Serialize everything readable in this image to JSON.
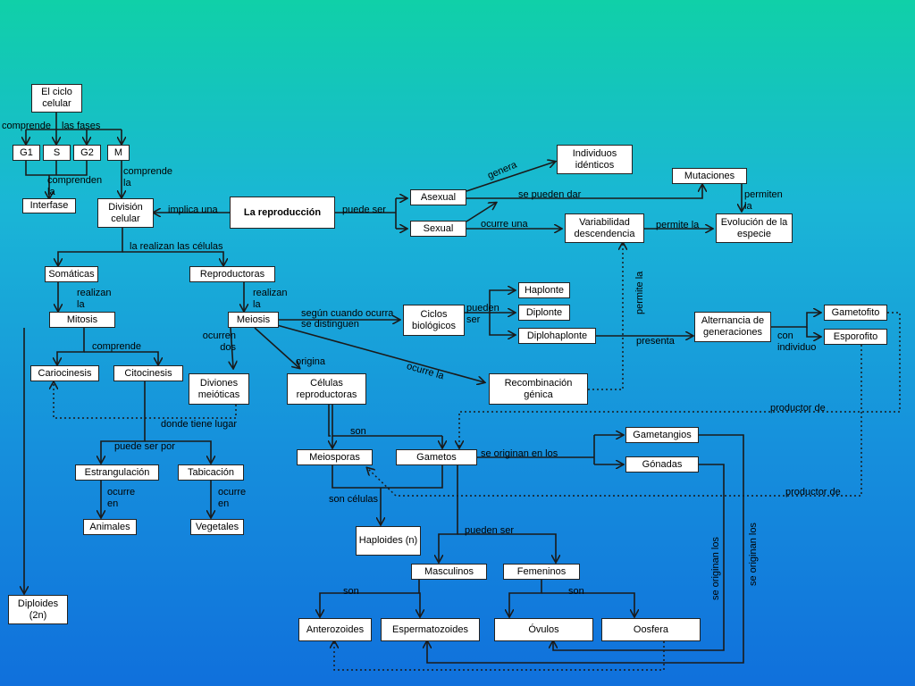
{
  "nodes": {
    "ciclo": "El ciclo celular",
    "g1": "G1",
    "s": "S",
    "g2": "G2",
    "m": "M",
    "interfase": "Interfase",
    "division": "División celular",
    "reproduccion": "La reproducción",
    "asexual": "Asexual",
    "sexual": "Sexual",
    "individuos": "Individuos idénticos",
    "mutaciones": "Mutaciones",
    "variabilidad": "Variabilidad descendencia",
    "evolucion": "Evolución de la especie",
    "somaticas": "Somáticas",
    "reproductoras": "Reproductoras",
    "mitosis": "Mitosis",
    "meiosis": "Meiosis",
    "ciclos": "Ciclos biológicos",
    "haplonte": "Haplonte",
    "diplonte": "Diplonte",
    "diplohaplonte": "Diplohaplonte",
    "alternancia": "Alternancia de generaciones",
    "gametofito": "Gametofito",
    "esporofito": "Esporofito",
    "cariocinesis": "Cariocinesis",
    "citocinesis": "Citocinesis",
    "diviones": "Diviones meióticas",
    "celulas_repro": "Células reproductoras",
    "recombinacion": "Recombinación génica",
    "meiosporas": "Meiosporas",
    "gametos": "Gametos",
    "gametangios": "Gametangios",
    "gonadas": "Gónadas",
    "estrangulacion": "Estrangulación",
    "tabicacion": "Tabicación",
    "animales": "Animales",
    "vegetales": "Vegetales",
    "haploides": "Haploides (n)",
    "masculinos": "Masculinos",
    "femeninos": "Femeninos",
    "diploides": "Diploides (2n)",
    "anterozoides": "Anterozoides",
    "espermatozoides": "Espermatozoides",
    "ovulos": "Óvulos",
    "oosfera": "Oosfera"
  },
  "labels": {
    "comprende": "comprende",
    "las_fases": "las fases",
    "comprende_la": "comprende la",
    "comprenden_la": "comprenden la",
    "implica_una": "implica una",
    "puede_ser": "puede ser",
    "genera": "genera",
    "se_pueden_dar": "se pueden dar",
    "permiten_la": "permiten la",
    "ocurre_una": "ocurre una",
    "permite_la": "permite la",
    "permite_la_v": "permite la",
    "la_realizan": "la realizan las células",
    "realizan_la_1": "realizan la",
    "realizan_la_2": "realizan la",
    "segun": "según cuando ocurra",
    "se_distinguen": "se distinguen",
    "pueden_ser": "pueden ser",
    "ocurren_dos": "ocurren dos",
    "comprende_mit": "comprende",
    "origina": "origina",
    "ocurre_la": "ocurre la",
    "presenta": "presenta",
    "con_individuo": "con individuo",
    "productor_de_1": "productor de",
    "donde_tiene": "donde tiene lugar",
    "son_1": "son",
    "se_originan_en": "se originan en los",
    "puede_ser_por": "puede ser por",
    "ocurre_en_1": "ocurre en",
    "ocurre_en_2": "ocurre en",
    "son_celulas": "son células",
    "productor_de_2": "productor de",
    "pueden_ser_2": "pueden ser",
    "son_2": "son",
    "son_3": "son",
    "se_originan_v1": "se originan los",
    "se_originan_v2": "se originan los"
  },
  "colors": {
    "line": "#1a1a1a",
    "box": "#ffffff",
    "text": "#000000"
  }
}
